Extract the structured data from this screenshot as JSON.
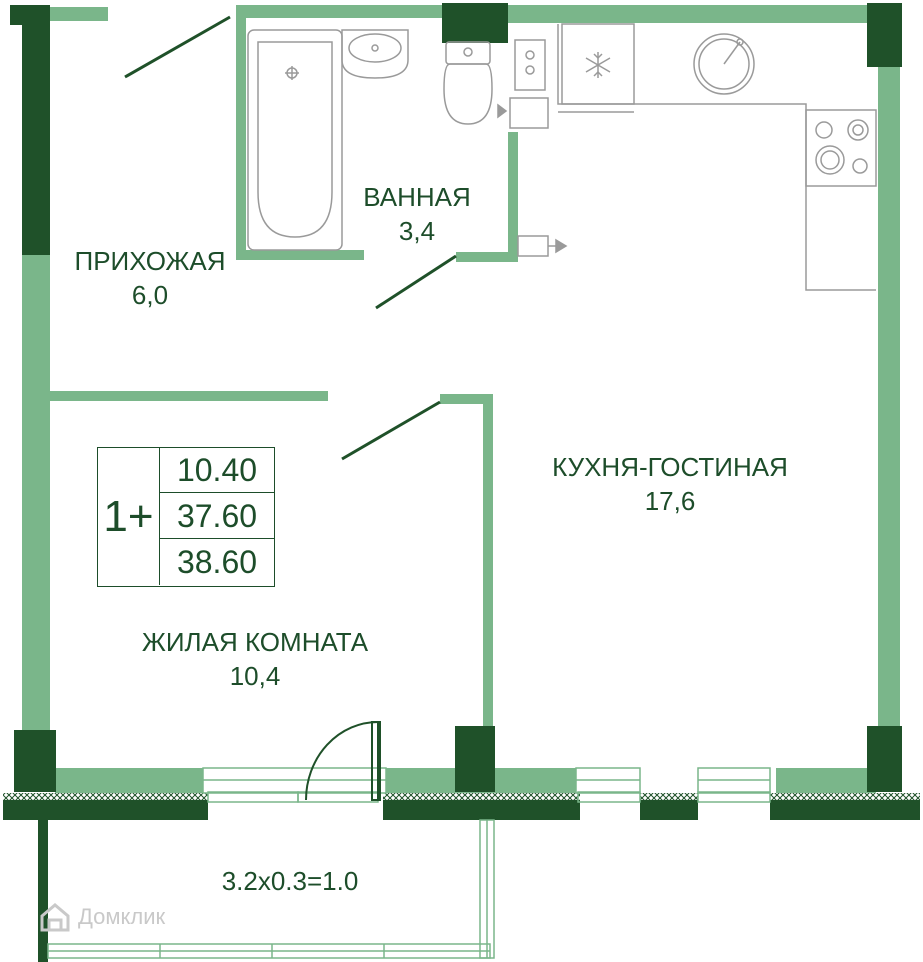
{
  "rooms": {
    "hallway": {
      "name": "ПРИХОЖАЯ",
      "area": "6,0"
    },
    "bathroom": {
      "name": "ВАННАЯ",
      "area": "3,4"
    },
    "kitchen_living": {
      "name": "КУХНЯ-ГОСТИНАЯ",
      "area": "17,6"
    },
    "living_room": {
      "name": "ЖИЛАЯ КОМНАТА",
      "area": "10,4"
    }
  },
  "spec": {
    "rooms_count": "1+",
    "living_area": "10.40",
    "total_area": "37.60",
    "total_with_balcony": "38.60"
  },
  "balcony": {
    "formula": "3.2x0.3=1.0"
  },
  "watermark": {
    "text": "Домклик",
    "icon": "domclick-house-icon"
  },
  "colors": {
    "wall_light": "#7ab68a",
    "wall_dark": "#1f5129",
    "text": "#1d4d2a",
    "fixture": "#9a9a9a"
  }
}
